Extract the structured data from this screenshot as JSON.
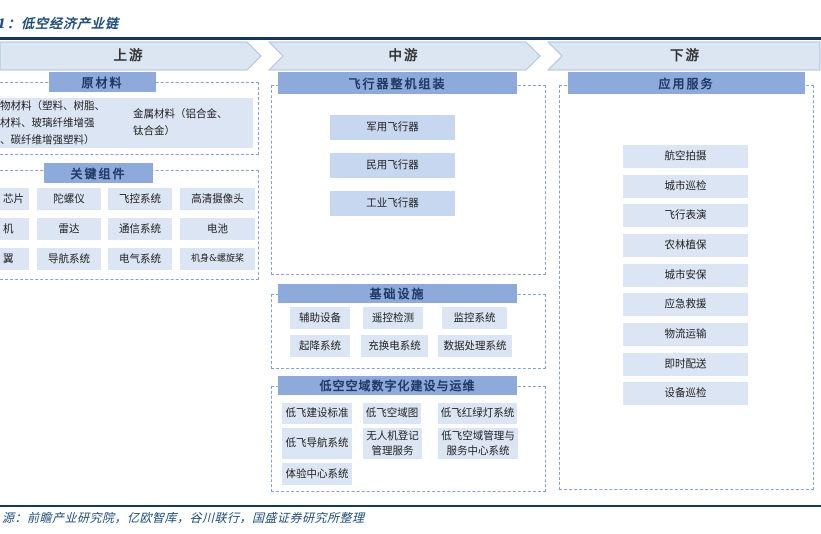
{
  "title": "1：低空经济产业链",
  "source": "源：前瞻产业研究院，亿欧智库，谷川联行，国盛证券研究所整理",
  "stages": [
    {
      "label": "上游"
    },
    {
      "label": "中游"
    },
    {
      "label": "下游"
    }
  ],
  "upstream": {
    "raw_materials": {
      "header": "原材料",
      "polymer": "物材料（塑料、树脂、\n材料、玻璃纤维增强\n、碳纤维增强塑料）",
      "metal": "金属材料（铝合金、\n钛合金）"
    },
    "key_components": {
      "header": "关键组件",
      "grid": [
        [
          "芯片",
          "陀螺仪",
          "飞控系统",
          "高清摄像头"
        ],
        [
          "机",
          "雷达",
          "通信系统",
          "电池"
        ],
        [
          "翼",
          "导航系统",
          "电气系统",
          "机身&螺旋桨"
        ]
      ]
    }
  },
  "midstream": {
    "assembly": {
      "header": "飞行器整机组装",
      "items": [
        "军用飞行器",
        "民用飞行器",
        "工业飞行器"
      ]
    },
    "infrastructure": {
      "header": "基础设施",
      "rows": [
        [
          "辅助设备",
          "遥控检测",
          "监控系统"
        ],
        [
          "起降系统",
          "充换电系统",
          "数据处理系统"
        ]
      ]
    },
    "digital": {
      "header": "低空空域数字化建设与运维",
      "rows": [
        [
          "低飞建设标准",
          "低飞空域图",
          "低飞红绿灯系统"
        ],
        [
          "低飞导航系统",
          "无人机登记\n管理服务",
          "低飞空域管理与\n服务中心系统"
        ],
        [
          "体验中心系统"
        ]
      ]
    }
  },
  "downstream": {
    "header": "应用服务",
    "items": [
      "航空拍摄",
      "城市巡检",
      "飞行表演",
      "农林植保",
      "城市安保",
      "应急救援",
      "物流运输",
      "即时配送",
      "设备巡检"
    ]
  },
  "colors": {
    "rule_navy": "#17365d",
    "band_fill": "#dce6f2",
    "band_stroke": "#b0c2dc",
    "header_fill": "#8eaadb",
    "box_fill": "#dbe5f3",
    "box_fill_dark": "#c8d7f0",
    "dashed_border": "#84a3cf",
    "title_blue": "#1f4e7a"
  }
}
